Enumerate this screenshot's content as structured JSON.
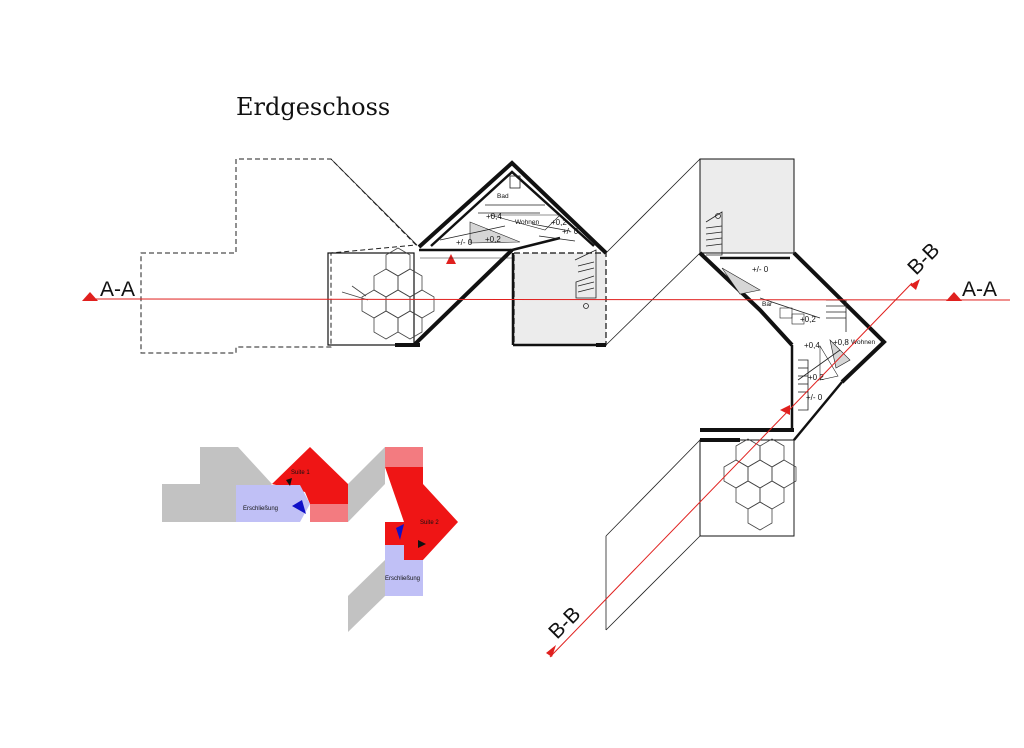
{
  "drawing": {
    "title": "Erdgeschoss",
    "section_aa_left": "A-A",
    "section_aa_right": "A-A",
    "section_bb_top": "B-B",
    "section_bb_bottom": "B-B"
  },
  "unit1": {
    "room_bad": "Bad",
    "room_wohnen": "Wohnen",
    "level_04": "+0,4",
    "level_02a": "+0,2",
    "level_02b": "+0,2",
    "level_00": "+/- 0",
    "level_02c": "+/- 0"
  },
  "unit2": {
    "room_bar": "Bar",
    "room_wohnen": "Wohnen",
    "level_00a": "+/- 0",
    "level_02a": "+0,2",
    "level_04": "+0,4",
    "level_08": "+0,8",
    "level_02b": "+0,2",
    "level_00b": "+/- 0"
  },
  "diagram": {
    "label_suite1": "Suite 1",
    "label_suite2": "Suite 2",
    "label_erschliessung1": "Erschließung",
    "label_erschliessung2": "Erschließung"
  },
  "colors": {
    "section_line": "#e0201e",
    "suite_red": "#ef1515",
    "suite_pink": "#f37b80",
    "access_lilac": "#c0c0f6",
    "mass_grey": "#c2c2c2",
    "arrow_blue": "#1010c8",
    "hatch_grey": "#ececec"
  }
}
